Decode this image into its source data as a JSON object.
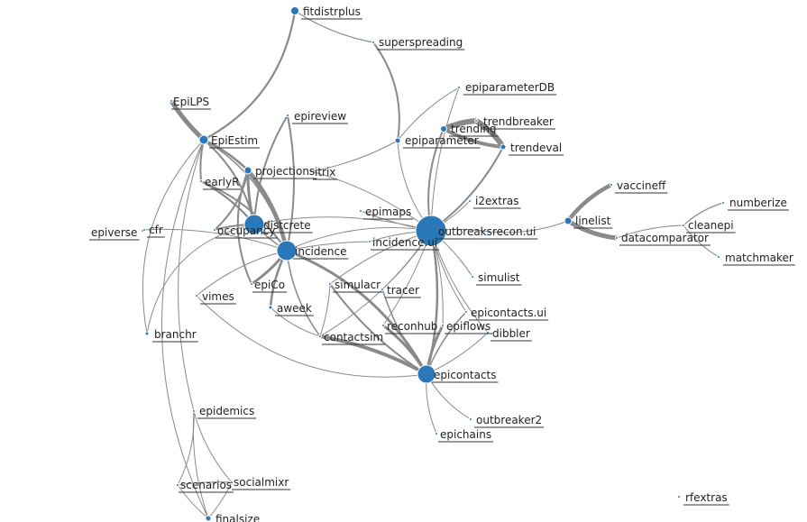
{
  "graph": {
    "node_color": "#2a78b8",
    "edge_color": "#8a8a8a",
    "nodes": [
      {
        "id": "fitdistrplus",
        "label": "fitdistrplus"
      },
      {
        "id": "superspreading",
        "label": "superspreading"
      },
      {
        "id": "epiparameterDB",
        "label": "epiparameterDB"
      },
      {
        "id": "EpiLPS",
        "label": "EpiLPS"
      },
      {
        "id": "trendbreaker",
        "label": "trendbreaker"
      },
      {
        "id": "trending",
        "label": "trending"
      },
      {
        "id": "EpiEstim",
        "label": "EpiEstim"
      },
      {
        "id": "epireview",
        "label": "epireview"
      },
      {
        "id": "epiparameter",
        "label": "epiparameter"
      },
      {
        "id": "trendeval",
        "label": "trendeval"
      },
      {
        "id": "projections",
        "label": "projections"
      },
      {
        "id": "itrix",
        "label": "itrix"
      },
      {
        "id": "earlyR",
        "label": "earlyR"
      },
      {
        "id": "vaccineff",
        "label": "vaccineff"
      },
      {
        "id": "i2extras",
        "label": "i2extras"
      },
      {
        "id": "numberize",
        "label": "numberize"
      },
      {
        "id": "epimaps",
        "label": "epimaps"
      },
      {
        "id": "linelist",
        "label": "linelist"
      },
      {
        "id": "distcrete",
        "label": "distcrete"
      },
      {
        "id": "outbreaks",
        "label": "outbreaks"
      },
      {
        "id": "cleanepi",
        "label": "cleanepi"
      },
      {
        "id": "epiverse",
        "label": "epiverse"
      },
      {
        "id": "cfr",
        "label": "cfr"
      },
      {
        "id": "occupancy",
        "label": "occupancy"
      },
      {
        "id": "recon_ui",
        "label": "recon.ui"
      },
      {
        "id": "datacomparator",
        "label": "datacomparator"
      },
      {
        "id": "incidence_ui",
        "label": "incidence.ui"
      },
      {
        "id": "incidence",
        "label": "incidence"
      },
      {
        "id": "matchmaker",
        "label": "matchmaker"
      },
      {
        "id": "simulist",
        "label": "simulist"
      },
      {
        "id": "vimes",
        "label": "vimes"
      },
      {
        "id": "epiCo",
        "label": "epiCo"
      },
      {
        "id": "simulacr",
        "label": "simulacr"
      },
      {
        "id": "tracer",
        "label": "tracer"
      },
      {
        "id": "aweek",
        "label": "aweek"
      },
      {
        "id": "epicontacts_ui",
        "label": "epicontacts.ui"
      },
      {
        "id": "reconhub",
        "label": "reconhub"
      },
      {
        "id": "epiflows",
        "label": "epiflows"
      },
      {
        "id": "branchr",
        "label": "branchr"
      },
      {
        "id": "dibbler",
        "label": "dibbler"
      },
      {
        "id": "contactsim",
        "label": "contactsim"
      },
      {
        "id": "epicontacts",
        "label": "epicontacts"
      },
      {
        "id": "outbreaker2",
        "label": "outbreaker2"
      },
      {
        "id": "epichains",
        "label": "epichains"
      },
      {
        "id": "epidemics",
        "label": "epidemics"
      },
      {
        "id": "scenarios",
        "label": "scenarios"
      },
      {
        "id": "socialmixr",
        "label": "socialmixr"
      },
      {
        "id": "finalsize",
        "label": "finalsize"
      },
      {
        "id": "rfextras",
        "label": "rfextras"
      }
    ]
  }
}
